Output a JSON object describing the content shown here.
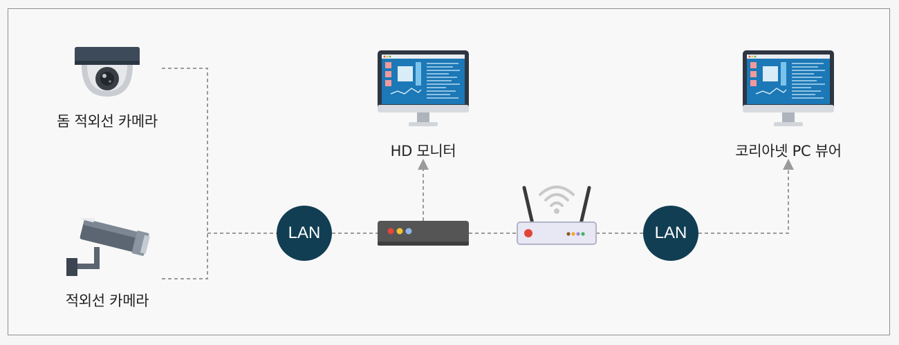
{
  "nodes": {
    "dome_camera": {
      "label": "돔 적외선 카메라"
    },
    "ir_camera": {
      "label": "적외선 카메라"
    },
    "hd_monitor": {
      "label": "HD 모니터"
    },
    "viewer_pc": {
      "label": "코리아넷 PC 뷰어"
    },
    "lan_left": {
      "label": "LAN"
    },
    "lan_right": {
      "label": "LAN"
    }
  },
  "colors": {
    "lan_badge": "#113e53",
    "connector": "#9a9a9a",
    "recorder_body": "#555555",
    "router_body": "#e8e8f4"
  }
}
